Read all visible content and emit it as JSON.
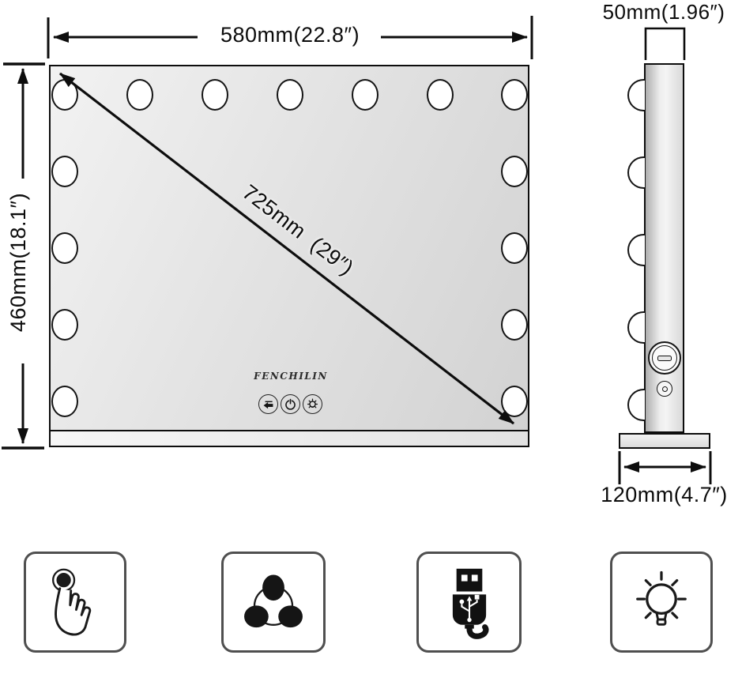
{
  "front_view": {
    "brand": "FENCHILIN",
    "width_label": "580mm(22.8″)",
    "height_label": "460mm(18.1″)",
    "diagonal_label": "725mm  (29″)",
    "bulb_count": 15,
    "control_icons": [
      "reverse-arrow",
      "power",
      "brightness"
    ]
  },
  "side_view": {
    "top_width_label": "50mm(1.96″)",
    "base_depth_label": "120mm(4.7″)",
    "bulb_count": 5,
    "ports": [
      "usb-port",
      "power-socket"
    ]
  },
  "features": {
    "icons": [
      "touch-control",
      "three-color-modes",
      "usb-power",
      "led-light"
    ]
  },
  "colors": {
    "line": "#0d0d0d",
    "mirror_light": "#f2f2f2",
    "mirror_dark": "#d2d2d2",
    "icon_border": "#4f4f4f",
    "icon_fill": "#141414",
    "background": "#ffffff"
  }
}
